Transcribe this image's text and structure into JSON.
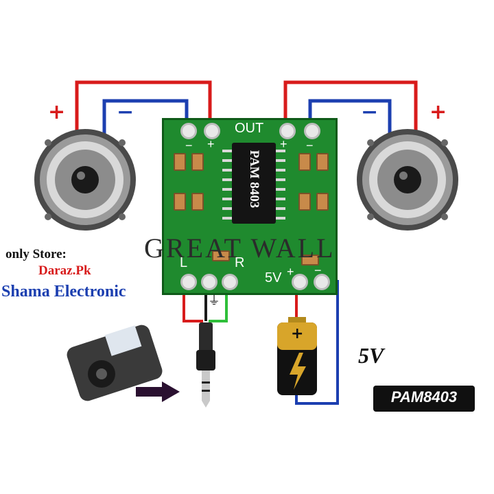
{
  "speakers": {
    "plus_label": "+",
    "minus_label": "−"
  },
  "board": {
    "chip_label": "PAM 8403",
    "out_label": "OUT",
    "left_channel_label": "L",
    "right_channel_label": "R",
    "power_label": "5V",
    "ground_symbol": "⏚",
    "out_left_minus": "−",
    "out_left_plus": "+",
    "out_right_minus": "−",
    "out_right_plus": "+",
    "power_plus": "+",
    "power_minus": "−"
  },
  "watermark": "GREAT WALL",
  "store": {
    "line1": "only Store:",
    "line2": "Daraz.Pk",
    "line3": "Shama Electronic"
  },
  "battery": {
    "voltage_label": "5V",
    "plus_label": "+"
  },
  "badge": "PAM8403",
  "colors": {
    "positive_wire": "#d81b1b",
    "negative_wire": "#1c3fb0",
    "signal_wire": "#2fbf3a",
    "pcb_green": "#1f8a2e",
    "store_red": "#d81b1b",
    "store_blue": "#1c3fb0"
  }
}
